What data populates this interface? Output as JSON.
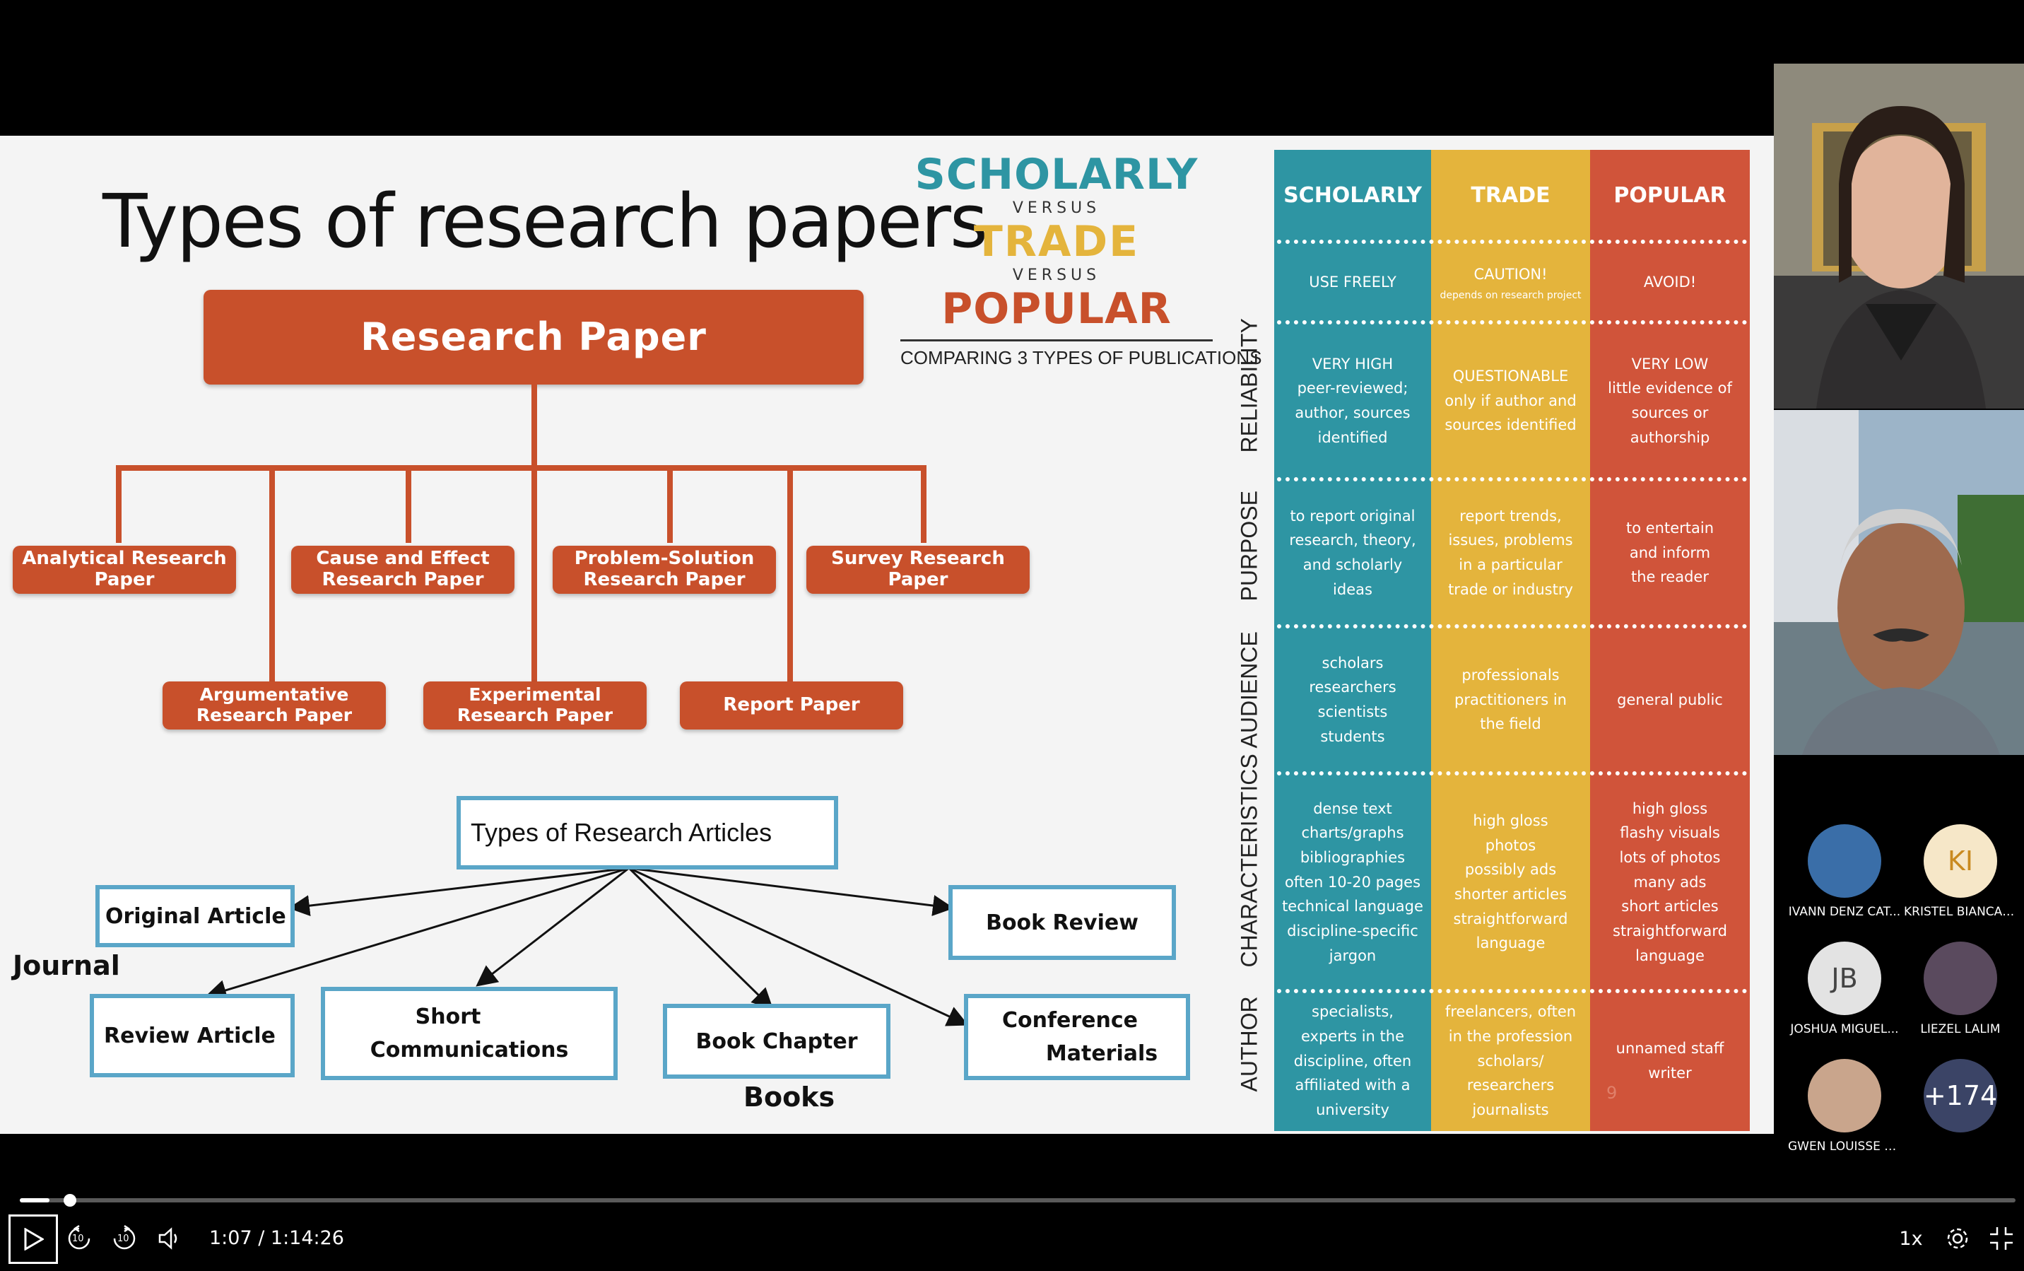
{
  "slide": {
    "title": "Types of research papers",
    "tree": {
      "root": "Research Paper",
      "top_row": [
        "Analytical Research Paper",
        "Cause and Effect Research Paper",
        "Problem-Solution Research Paper",
        "Survey Research Paper"
      ],
      "bottom_row": [
        "Argumentative Research Paper",
        "Experimental Research Paper",
        "Report Paper"
      ]
    },
    "articles": {
      "root": "Types of Research Articles",
      "journal_label": "Journal",
      "books_label": "Books",
      "original": "Original Article",
      "review": "Review Article",
      "short_1": "Short",
      "short_2": "Communications",
      "chapter": "Book Chapter",
      "book_review": "Book Review",
      "conf_1": "Conference",
      "conf_2": "Materials"
    },
    "banner": {
      "scholarly": "SCHOLARLY",
      "versus1": "VERSUS",
      "trade": "TRADE",
      "versus2": "VERSUS",
      "popular": "POPULAR",
      "subtitle": "COMPARING 3 TYPES OF PUBLICATIONS"
    },
    "comparison": {
      "colors": {
        "scholarly": "#2e95a3",
        "trade": "#e4b43c",
        "popular": "#d0543a"
      },
      "headers": [
        "SCHOLARLY",
        "TRADE",
        "POPULAR"
      ],
      "use": [
        "USE FREELY",
        "CAUTION!",
        "AVOID!"
      ],
      "use_note": "depends on research project",
      "row_labels": [
        "RELIABILITY",
        "PURPOSE",
        "AUDIENCE",
        "CHARACTERISTICS",
        "AUTHOR"
      ],
      "reliability": [
        [
          "VERY HIGH",
          "peer-reviewed;",
          "author, sources",
          "identified"
        ],
        [
          "QUESTIONABLE",
          "only if author and",
          "sources identified"
        ],
        [
          "VERY LOW",
          "little evidence of",
          "sources or",
          "authorship"
        ]
      ],
      "purpose": [
        [
          "to report original",
          "research, theory,",
          "and scholarly",
          "ideas"
        ],
        [
          "report trends,",
          "issues, problems",
          "in a particular",
          "trade or industry"
        ],
        [
          "to entertain",
          "and inform",
          "the reader"
        ]
      ],
      "audience": [
        [
          "scholars",
          "researchers",
          "scientists",
          "students"
        ],
        [
          "professionals",
          "practitioners in",
          "the field"
        ],
        [
          "general public"
        ]
      ],
      "characteristics": [
        [
          "dense text",
          "charts/graphs",
          "bibliographies",
          "often 10-20 pages",
          "technical language",
          "discipline-specific",
          "jargon"
        ],
        [
          "high gloss",
          "photos",
          "possibly ads",
          "shorter articles",
          "straightforward",
          "language"
        ],
        [
          "high gloss",
          "flashy visuals",
          "lots of photos",
          "many ads",
          "short articles",
          "straightforward",
          "language"
        ]
      ],
      "author": [
        [
          "specialists,",
          "experts in the",
          "discipline, often",
          "affiliated with a",
          "university"
        ],
        [
          "freelancers, often",
          "in the profession",
          "scholars/",
          "researchers",
          "journalists"
        ],
        [
          "unnamed staff",
          "writer"
        ]
      ],
      "page_number": "9"
    }
  },
  "participants": {
    "small": [
      {
        "initials": "",
        "name": "IVANN DENZ CAT...",
        "bg": "#3a6ea8"
      },
      {
        "initials": "KI",
        "name": "KRISTEL BIANCA I...",
        "bg": "#f6e7c8"
      },
      {
        "initials": "JB",
        "name": "JOSHUA MIGUEL...",
        "bg": "#e3e3e3"
      },
      {
        "initials": "",
        "name": "LIEZEL LALIM",
        "bg": "#5a4a5e"
      },
      {
        "initials": "",
        "name": "GWEN LOUISSE Z...",
        "bg": "#c9a58c"
      },
      {
        "initials": "+174",
        "name": "",
        "bg": "#3b4466"
      }
    ]
  },
  "player": {
    "time": "1:07 / 1:14:26",
    "speed": "1x",
    "progress": 0.015,
    "rewind_label": "10",
    "forward_label": "10"
  }
}
